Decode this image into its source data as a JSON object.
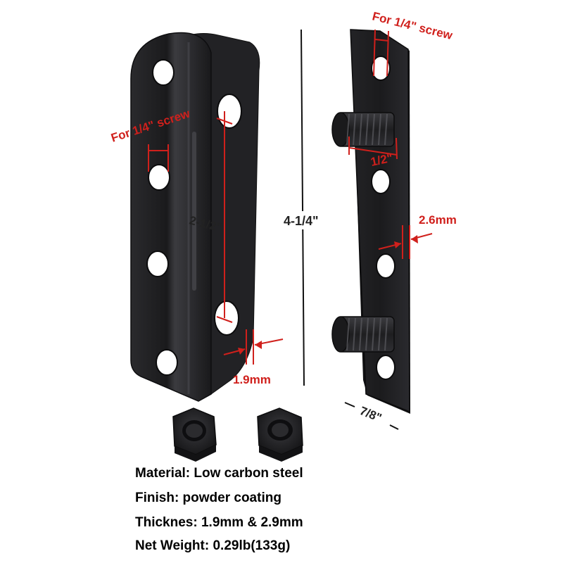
{
  "colors": {
    "metal": "#1b1b1d",
    "metal_edge": "#2e2e31",
    "metal_highlight": "#4a4a4f",
    "annotation_red": "#d0201c",
    "dimension_line": "#111111"
  },
  "annotations": {
    "screw_left": "For 1/4\" screw",
    "screw_right": "For 1/4\" screw",
    "hole_spacing": "2-1/2\"",
    "total_length": "4-1/4\"",
    "bolt_spacing": "1/2\"",
    "thickness_left": "1.9mm",
    "thickness_right": "2.6mm",
    "plate_width": "7/8\""
  },
  "specs": [
    {
      "label": "Material: Low carbon steel"
    },
    {
      "label": "Finish: powder coating"
    },
    {
      "label": "Thicknes: 1.9mm & 2.9mm"
    },
    {
      "label": "Net Weight: 0.29lb(133g)"
    }
  ]
}
